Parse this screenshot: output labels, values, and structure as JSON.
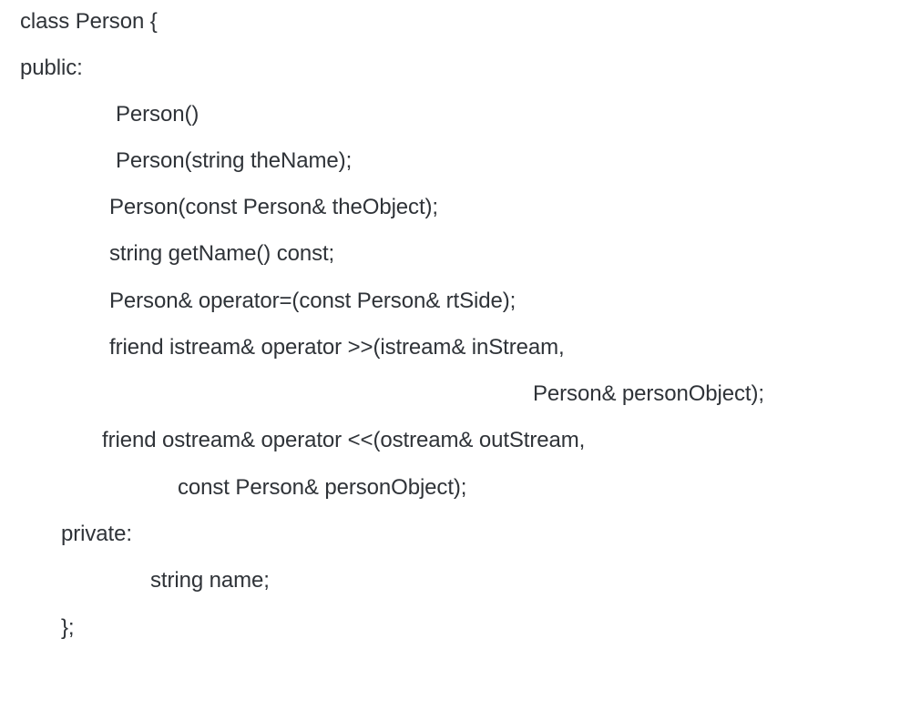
{
  "code": {
    "lines": [
      "class Person {",
      "public:",
      "Person()",
      "Person(string theName);",
      "Person(const Person& theObject);",
      "string getName() const;",
      "Person& operator=(const Person& rtSide);",
      "friend istream& operator >>(istream& inStream,",
      "Person& personObject);",
      "friend ostream& operator <<(ostream& outStream,",
      "const Person& personObject);",
      "private:",
      "string name;",
      "};"
    ]
  }
}
